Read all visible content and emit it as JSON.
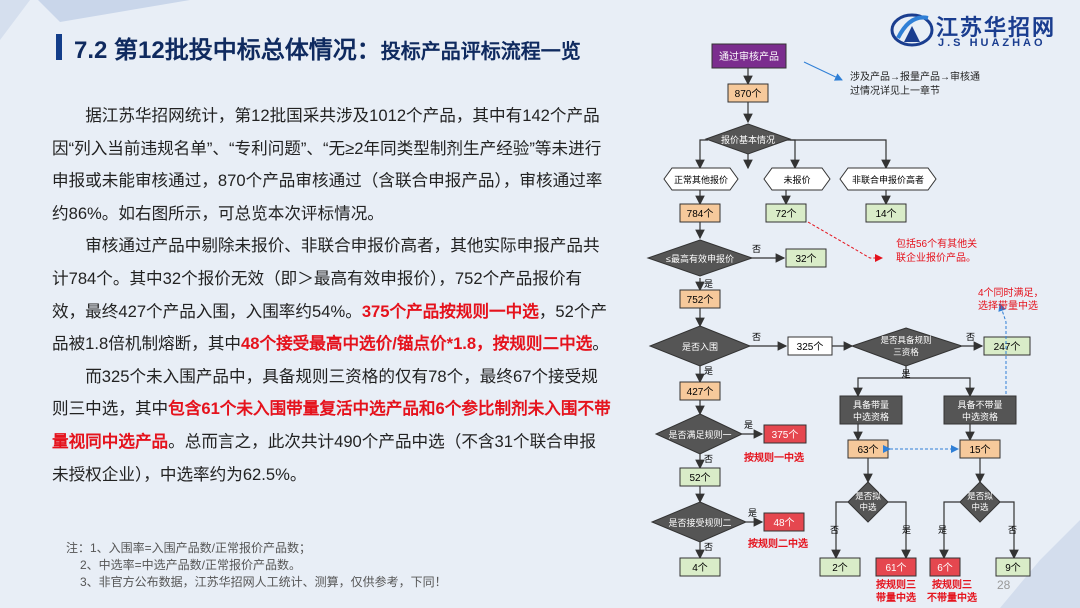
{
  "header": {
    "title_main": "7.2 第12批投中标总体情况：",
    "title_sub": "投标产品评标流程一览"
  },
  "logo": {
    "cn": "江苏华招网",
    "en": "J.S HUAZHAO"
  },
  "body": {
    "p1": "据江苏华招网统计，第12批国采共涉及1012个产品，其中有142个产品因“列入当前违规名单”、“专利问题”、“无≥2年同类型制剂生产经验”等未进行申报或未能审核通过，870个产品审核通过（含联合申报产品），审核通过率约86%。如右图所示，可总览本次评标情况。",
    "p2_a": "审核通过产品中剔除未报价、非联合申报价高者，其他实际申报产品共计784个。其中32个报价无效（即＞最高有效申报价），752个产品报价有效，最终427个产品入围，入围率约54%。",
    "p2_red1": "375个产品按规则一中选",
    "p2_b": "，52个产品被1.8倍机制熔断，其中",
    "p2_red2": "48个接受最高中选价/锚点价*1.8，按规则二中选",
    "p2_c": "。",
    "p3_a": "而325个未入围产品中，具备规则三资格的仅有78个，最终67个接受规则三中选，其中",
    "p3_red": "包含61个未入围带量复活中选产品和6个参比制剂未入围不带量视同中选产品",
    "p3_b": "。总而言之，此次共计490个产品中选（不含31个联合申报未授权企业），中选率约为62.5%。"
  },
  "notes": {
    "n1": "注：1、入围率=入围产品数/正常报价产品数；",
    "n2": "2、中选率=中选产品数/正常报价产品数。",
    "n3": "3、非官方公布数据，江苏华招网人工统计、测算，仅供参考，下同！"
  },
  "page_number": "28",
  "flow": {
    "start": "通过审核产品",
    "n870": "870个",
    "note_top_1": "涉及产品→报量产品→审核通",
    "note_top_2": "过情况详见上一章节",
    "d_quote": "报价基本情况",
    "h_normal": "正常其他报价",
    "h_noquote": "未报价",
    "h_nonjoint": "非联合申报价高者",
    "n784": "784个",
    "n72": "72个",
    "n14": "14个",
    "note_red_1": "包括56个有其他关",
    "note_red_2": "联企业报价产品。",
    "d_max": "≤最高有效申报价",
    "no": "否",
    "yes": "是",
    "n32": "32个",
    "n752": "752个",
    "d_inwei": "是否入围",
    "n325": "325个",
    "d_rule3": "是否具备规则三资格",
    "n247": "247个",
    "note_blue_1": "4个同时满足，",
    "note_blue_2": "选择带量中选",
    "n427": "427个",
    "h_with_vol": "具备带量中选资格",
    "h_without_vol": "具备不带量中选资格",
    "d_rule1": "是否满足规则一",
    "n375": "375个",
    "rule1_label": "按规则一中选",
    "n63": "63个",
    "n15": "15个",
    "n52": "52个",
    "d_pick_a": "是否拟中选",
    "d_pick_b": "是否拟中选",
    "d_rule2": "是否接受规则二",
    "n48": "48个",
    "rule2_label": "按规则二中选",
    "n4": "4个",
    "n2": "2个",
    "n61": "61个",
    "n6": "6个",
    "n9": "9个",
    "r3a_l1": "按规则三",
    "r3a_l2": "带量中选",
    "r3b_l1": "按规则三",
    "r3b_l2": "不带量中选"
  }
}
